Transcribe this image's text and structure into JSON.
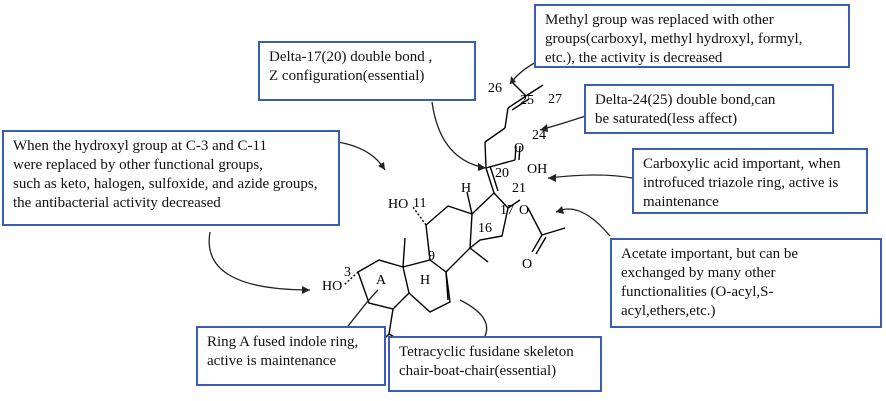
{
  "annotations": {
    "methyl": "Methyl group was replaced with other\ngroups(carboxyl, methyl hydroxyl, formyl,\netc.), the activity is decreased",
    "delta17": "Delta-17(20) double bond ,\nZ configuration(essential)",
    "delta24": "Delta-24(25) double bond,can\nbe saturated(less affect)",
    "hydroxyl": "When the hydroxyl group at C-3 and C-11\nwere replaced by other functional groups,\nsuch as keto, halogen, sulfoxide, and azide groups,\nthe antibacterial activity decreased",
    "carboxylic": "Carboxylic acid important, when\nintrofuced triazole ring, active is\nmaintenance",
    "acetate": "Acetate important, but can be\nexchanged by many other\nfunctionalities (O-acyl,S-\nacyl,ethers,etc.)",
    "ringA": "Ring A fused indole ring,\nactive is maintenance",
    "tetracyclic": "Tetracyclic fusidane skeleton\nchair-boat-chair(essential)"
  },
  "atom_labels": {
    "c26": "26",
    "c25": "25",
    "c27": "27",
    "c24": "24",
    "c20": "20",
    "c21": "21",
    "oh_acid": "OH",
    "c17": "17",
    "c16": "16",
    "o_acetate": "O",
    "o_carbonyl_acetate": "O",
    "o_carbonyl_acid": "O",
    "ho11": "HO",
    "c11": "11",
    "c9": "9",
    "h_top": "H",
    "h_mid": "H",
    "ring_a": "A",
    "c3": "3",
    "ho3": "HO"
  },
  "colors": {
    "box_border": "#3b5cb5",
    "lines": "#000000"
  }
}
